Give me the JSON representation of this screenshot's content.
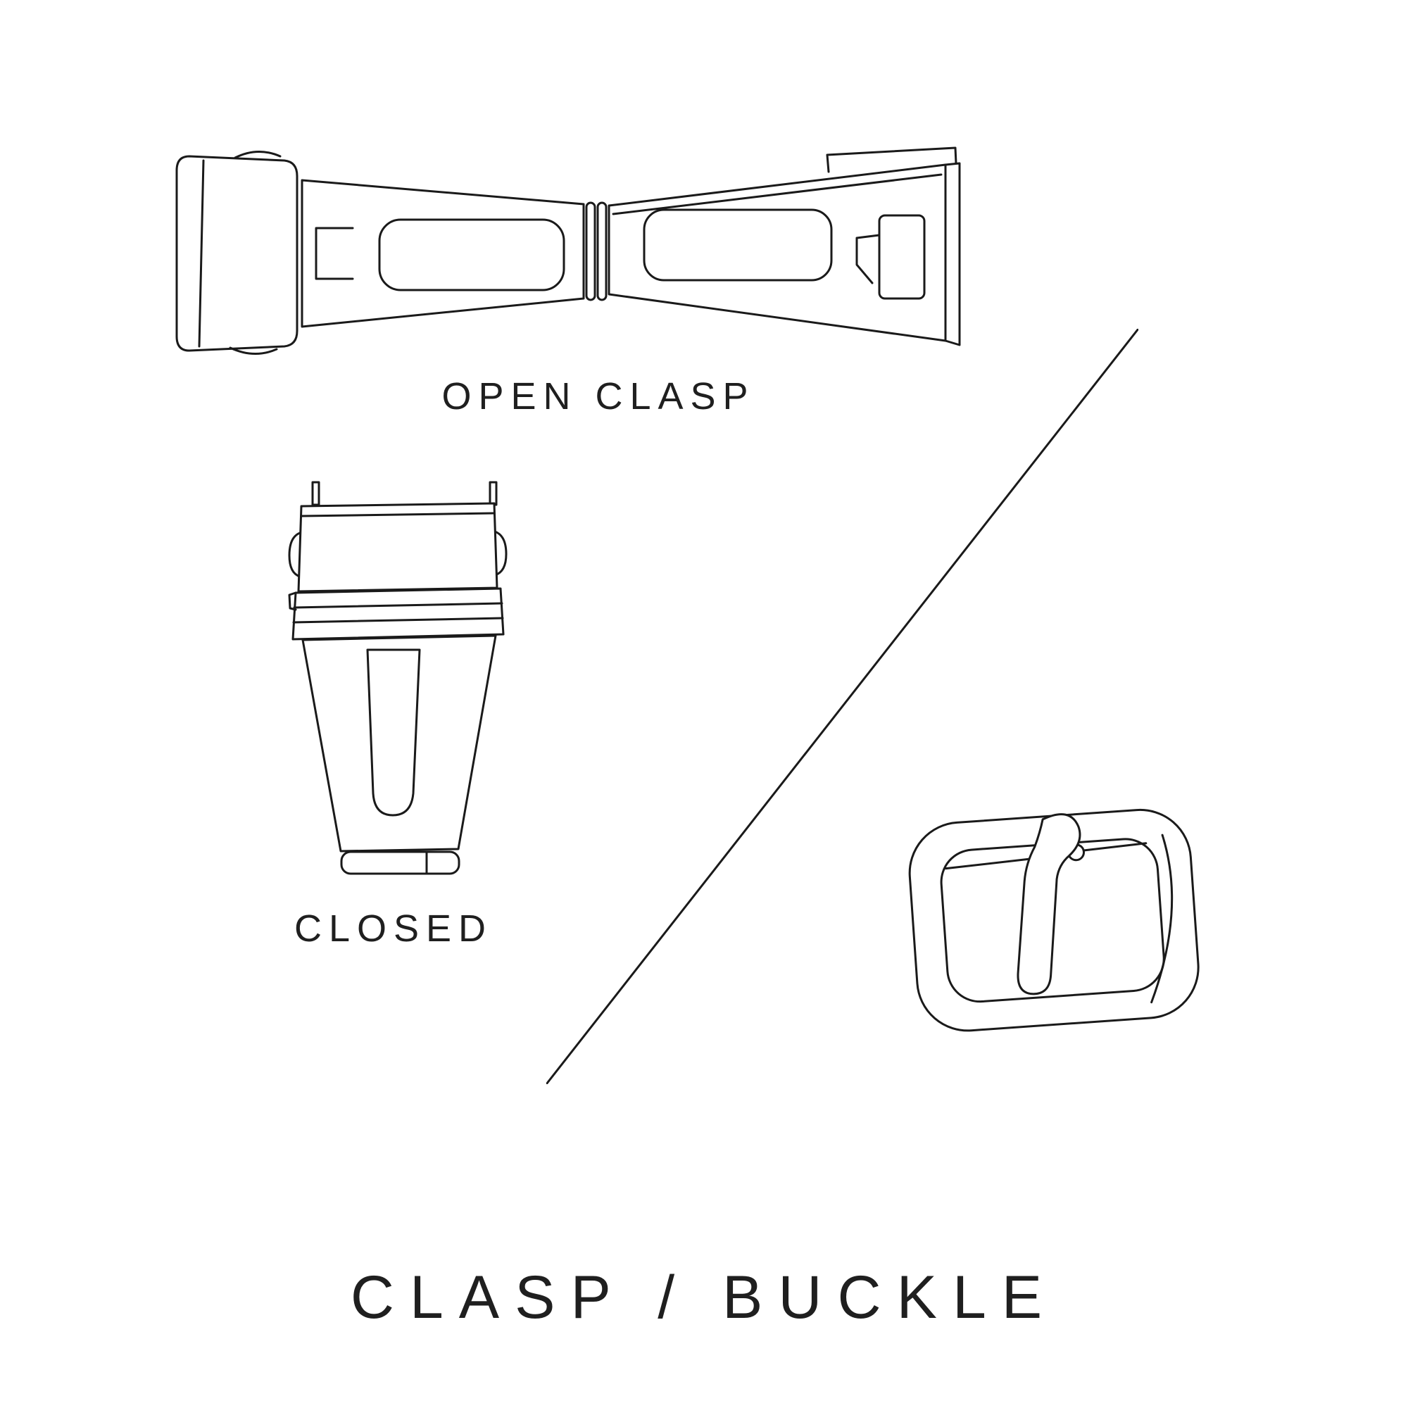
{
  "page": {
    "background_color": "#ffffff",
    "line_color": "#1a1a1a",
    "text_color": "#1f1f1f"
  },
  "labels": {
    "open_clasp": "OPEN CLASP",
    "closed": "CLOSED",
    "title": "CLASP / BUCKLE"
  },
  "illustrations": {
    "open_clasp": "open-clasp-drawing",
    "closed_clasp": "closed-clasp-drawing",
    "buckle": "buckle-drawing",
    "divider": "diagonal-divider-line"
  }
}
